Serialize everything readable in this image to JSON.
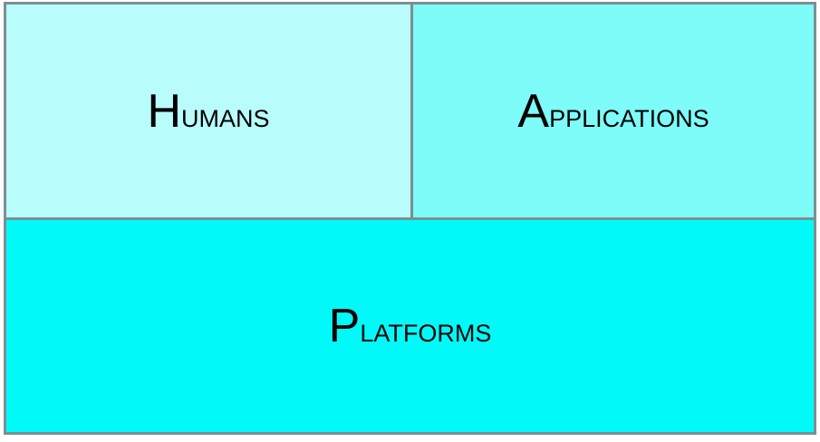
{
  "diagram": {
    "type": "layered-architecture",
    "title": "",
    "layers": [
      {
        "id": "humans",
        "label": "Humans",
        "label_cap": "H",
        "label_rest": "umans",
        "fill_color": "#b8fcfc",
        "border_color": "#7d8f91",
        "row": "top",
        "column": "left"
      },
      {
        "id": "applications",
        "label": "Applications",
        "label_cap": "A",
        "label_rest": "pplications",
        "fill_color": "#7dfcf9",
        "border_color": "#7d8f91",
        "row": "top",
        "column": "right"
      },
      {
        "id": "platforms",
        "label": "Platforms",
        "label_cap": "P",
        "label_rest": "latforms",
        "fill_color": "#00fafa",
        "border_color": "#7d8f91",
        "row": "bottom",
        "column": "full"
      }
    ],
    "colors": {
      "border": "#7d8f91",
      "text": "#000000",
      "background": "#ffffff",
      "fill_light": "#b8fcfc",
      "fill_medium": "#7dfcf9",
      "fill_strong": "#00fafa"
    }
  }
}
